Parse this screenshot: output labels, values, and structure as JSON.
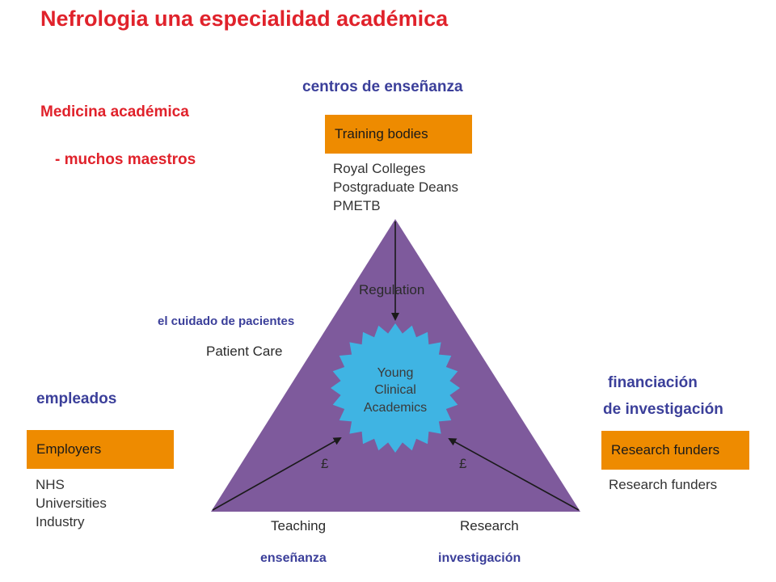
{
  "title": "Nefrologia una especialidad académica",
  "subtitle_line1": "Medicina académica",
  "subtitle_line2": "- muchos maestros",
  "labels": {
    "training_es": "centros de enseñanza",
    "patient_care_es": "el cuidado de pacientes",
    "employers_es": "empleados",
    "funders_es_line1": "financiación",
    "funders_es_line2": "de investigación",
    "teaching_es": "enseñanza",
    "research_es": "investigación"
  },
  "training": {
    "box": "Training bodies",
    "items": [
      "Royal Colleges",
      "Postgraduate Deans",
      "PMETB"
    ]
  },
  "employers": {
    "box": "Employers",
    "items": [
      "NHS",
      "Universities",
      "Industry"
    ]
  },
  "funders": {
    "box": "Research funders",
    "items": [
      "Research funders"
    ]
  },
  "diagram": {
    "regulation": "Regulation",
    "patient_care": "Patient Care",
    "teaching": "Teaching",
    "research": "Research",
    "pound_left": "£",
    "pound_right": "£",
    "center_line1": "Young",
    "center_line2": "Clinical",
    "center_line3": "Academics"
  },
  "colors": {
    "title_red": "#e0222b",
    "label_blue": "#3b3f9a",
    "box_orange": "#ee8b00",
    "triangle_purple": "#7e5a9c",
    "star_blue": "#3fb4e3"
  }
}
